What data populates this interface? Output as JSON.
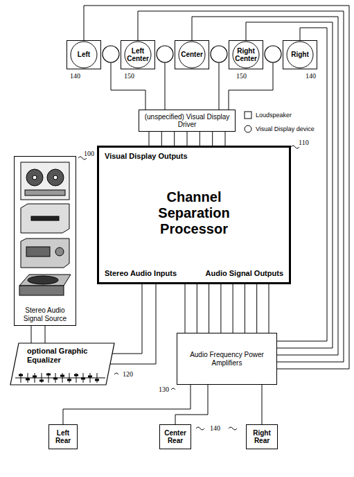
{
  "diagram": {
    "nodes": [
      {
        "text": [
          "Left"
        ]
      },
      {
        "text": [
          "Left Center"
        ]
      },
      {
        "text": [
          "Center"
        ]
      },
      {
        "text": [
          "Right Center"
        ]
      },
      {
        "text": [
          "Right"
        ]
      },
      {
        "text": [
          "(unspecified) Visual Display Driver"
        ]
      },
      {
        "text": [
          "Stereo Audio Signal Source"
        ]
      },
      {
        "text": [
          "Visual Display Outputs",
          "Channel Separation Processor",
          "Stereo Audio Inputs",
          "Audio Signal Outputs"
        ]
      },
      {
        "text": [
          "optional Graphic Equalizer"
        ]
      },
      {
        "text": [
          "Audio Frequency Power Amplifiers"
        ]
      },
      {
        "text": [
          "Left Rear"
        ]
      },
      {
        "text": [
          "Center Rear"
        ]
      },
      {
        "text": [
          "Right Rear"
        ]
      }
    ],
    "edges": [
      {
        "from": 6,
        "to": 8,
        "arrow": "none"
      },
      {
        "from": 8,
        "to": 7,
        "arrow": "none"
      },
      {
        "from": 7,
        "to": 5,
        "arrow": "none"
      },
      {
        "from": 7,
        "to": 9,
        "arrow": "none"
      },
      {
        "from": 9,
        "to": 0,
        "arrow": "none"
      },
      {
        "from": 9,
        "to": 1,
        "arrow": "none"
      },
      {
        "from": 9,
        "to": 2,
        "arrow": "none"
      },
      {
        "from": 9,
        "to": 3,
        "arrow": "none"
      },
      {
        "from": 9,
        "to": 4,
        "arrow": "none"
      },
      {
        "from": 9,
        "to": 10,
        "arrow": "none"
      },
      {
        "from": 9,
        "to": 11,
        "arrow": "none"
      },
      {
        "from": 9,
        "to": 12,
        "arrow": "none"
      }
    ],
    "labels": [
      "140",
      "150",
      "150",
      "140",
      "110",
      "100",
      "120",
      "130",
      "140"
    ],
    "legend": [
      {
        "text": "Loudspeaker"
      },
      {
        "text": "Visual Display device"
      }
    ]
  }
}
